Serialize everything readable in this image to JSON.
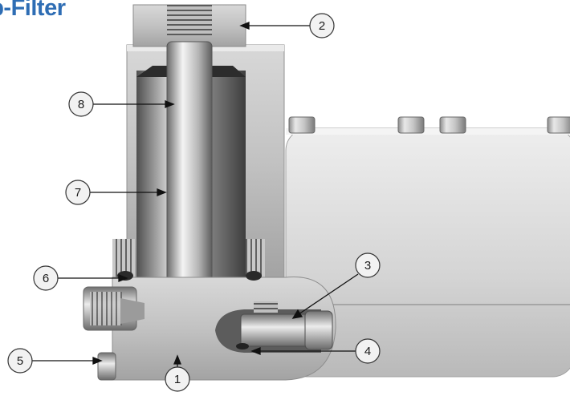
{
  "title": "op-Filter",
  "callouts": [
    {
      "id": "1",
      "label": "1"
    },
    {
      "id": "2",
      "label": "2"
    },
    {
      "id": "3",
      "label": "3"
    },
    {
      "id": "4",
      "label": "4"
    },
    {
      "id": "5",
      "label": "5"
    },
    {
      "id": "6",
      "label": "6"
    },
    {
      "id": "7",
      "label": "7"
    },
    {
      "id": "8",
      "label": "8"
    }
  ],
  "colors": {
    "title": "#2e6db4",
    "metal_light": "#e4e4e4",
    "metal_mid": "#bdbdbd",
    "metal_dark": "#6f6f6f",
    "callout_fill": "#f2f2f2",
    "callout_stroke": "#333333"
  }
}
